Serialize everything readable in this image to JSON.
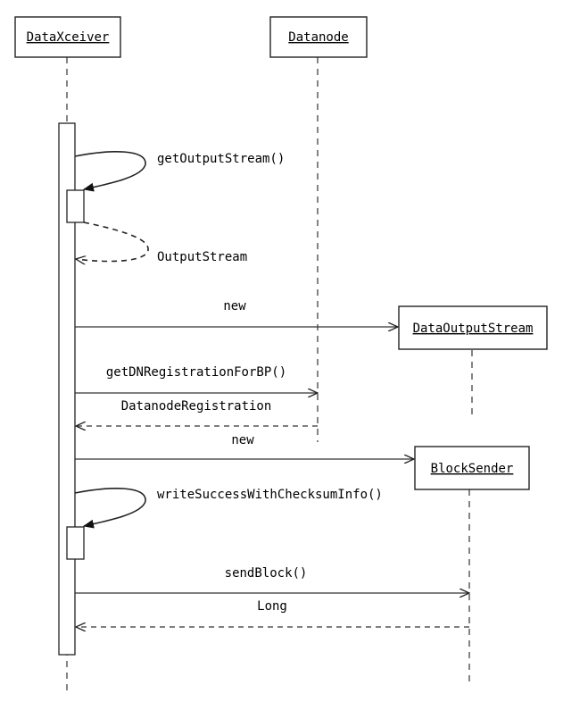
{
  "participants": {
    "dataxceiver": "DataXceiver",
    "datanode": "Datanode",
    "dataoutputstream": "DataOutputStream",
    "blocksender": "BlockSender"
  },
  "messages": {
    "get_output_stream": "getOutputStream()",
    "output_stream_return": "OutputStream",
    "new_data_output_stream": "new",
    "get_dn_registration": "getDNRegistrationForBP()",
    "datanode_registration_return": "DatanodeRegistration",
    "new_block_sender": "new",
    "write_success": "writeSuccessWithChecksumInfo()",
    "send_block": "sendBlock()",
    "long_return": "Long"
  }
}
